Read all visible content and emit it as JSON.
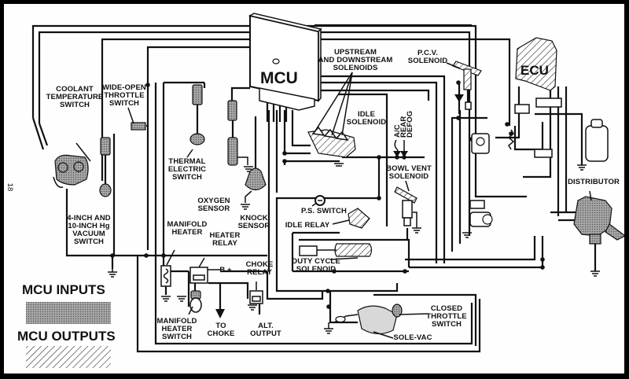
{
  "page_number": "18",
  "modules": {
    "mcu": "MCU",
    "ecu": "ECU"
  },
  "labels": {
    "coolant_temperature_switch": [
      "COOLANT",
      "TEMPERATURE",
      "SWITCH"
    ],
    "wide_open_throttle_switch": [
      "WIDE-OPEN",
      "THROTTLE",
      "SWITCH"
    ],
    "thermal_electric_switch": [
      "THERMAL",
      "ELECTRIC",
      "SWITCH"
    ],
    "oxygen_sensor": [
      "OXYGEN",
      "SENSOR"
    ],
    "knock_sensor": [
      "KNOCK",
      "SENSOR"
    ],
    "vacuum_switch": [
      "4-INCH AND",
      "10-INCH Hg",
      "VACUUM",
      "SWITCH"
    ],
    "upstream_downstream_solenoids": [
      "UPSTREAM",
      "AND DOWNSTREAM",
      "SOLENOIDS"
    ],
    "pcv_solenoid": [
      "P.C.V.",
      "SOLENOID"
    ],
    "idle_solenoid": [
      "IDLE",
      "SOLENOID"
    ],
    "ac": "A/C",
    "rear_defog": [
      "REAR",
      "DEFOG"
    ],
    "bowl_vent_solenoid": [
      "BOWL VENT",
      "SOLENOID"
    ],
    "ps_switch": "P.S. SWITCH",
    "idle_relay": "IDLE RELAY",
    "duty_cycle_solenoid": [
      "DUTY CYCLE",
      "SOLENOID"
    ],
    "manifold_heater": [
      "MANIFOLD",
      "HEATER"
    ],
    "heater_relay": [
      "HEATER",
      "RELAY"
    ],
    "b_plus": "B +",
    "choke_relay": [
      "CHOKE",
      "RELAY"
    ],
    "manifold_heater_switch": [
      "MANIFOLD",
      "HEATER",
      "SWITCH"
    ],
    "to_choke": [
      "TO",
      "CHOKE"
    ],
    "alt_output": [
      "ALT.",
      "OUTPUT"
    ],
    "closed_throttle_switch": [
      "CLOSED",
      "THROTTLE",
      "SWITCH"
    ],
    "sole_vac": "SOLE-VAC",
    "distributor": "DISTRIBUTOR"
  },
  "legend": {
    "inputs_label": "MCU INPUTS",
    "inputs_pattern": "dotted-gray",
    "outputs_label": "MCU OUTPUTS",
    "outputs_pattern": "diagonal-hatch"
  }
}
